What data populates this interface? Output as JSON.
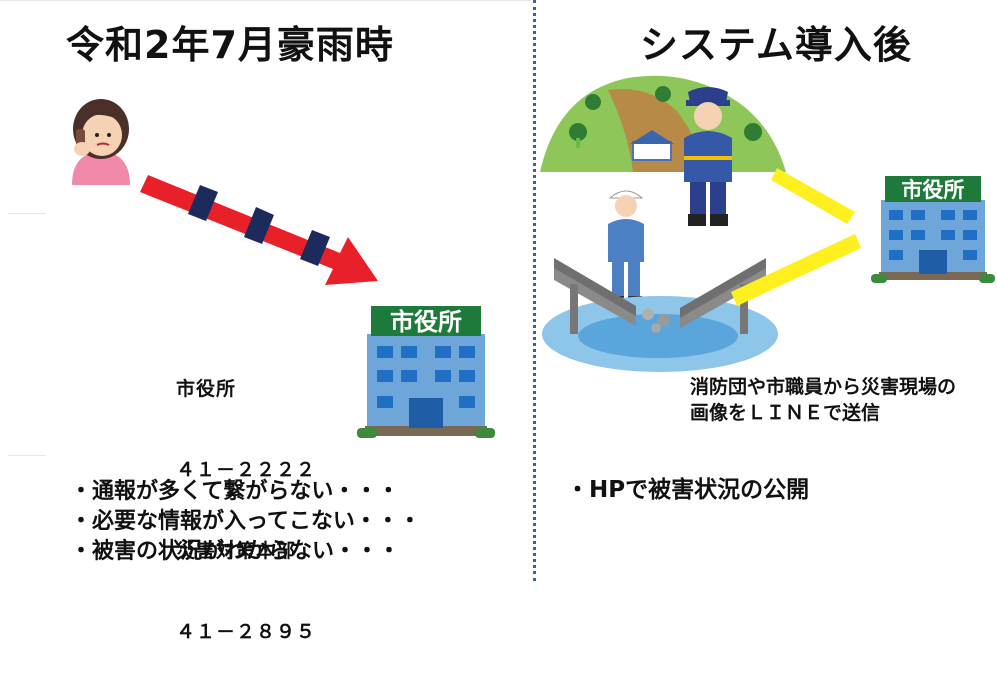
{
  "left": {
    "title": "令和2年7月豪雨時",
    "building_sign": "市役所",
    "contact_lines": [
      "市役所",
      "４１－２２２２",
      "災害対策本部",
      "４１－２８９５"
    ],
    "bullets": [
      "・通報が多くて繋がらない・・・",
      "・必要な情報が入ってこない・・・",
      "・被害の状況がわからない・・・"
    ]
  },
  "right": {
    "title": "システム導入後",
    "building_sign": "市役所",
    "note_lines": [
      "消防団や市職員から災害現場の",
      "画像をＬＩＮＥで送信"
    ],
    "bullet": "・HPで被害状況の公開"
  },
  "colors": {
    "arrow_red": "#e8202a",
    "arrow_band": "#1c2a5c",
    "sign_green": "#1e7a3a",
    "building_blue": "#6ea6d9",
    "window_blue": "#1f6fc4",
    "beam_yellow": "#ffef1f",
    "divider_blue": "#3a5fa8"
  },
  "icons": {
    "caller": "woman-phone-icon",
    "building": "city-hall-building-icon",
    "landslide": "landslide-icon",
    "firefighter": "firefighter-icon",
    "worker": "construction-worker-icon",
    "bridge": "collapsed-bridge-icon"
  }
}
